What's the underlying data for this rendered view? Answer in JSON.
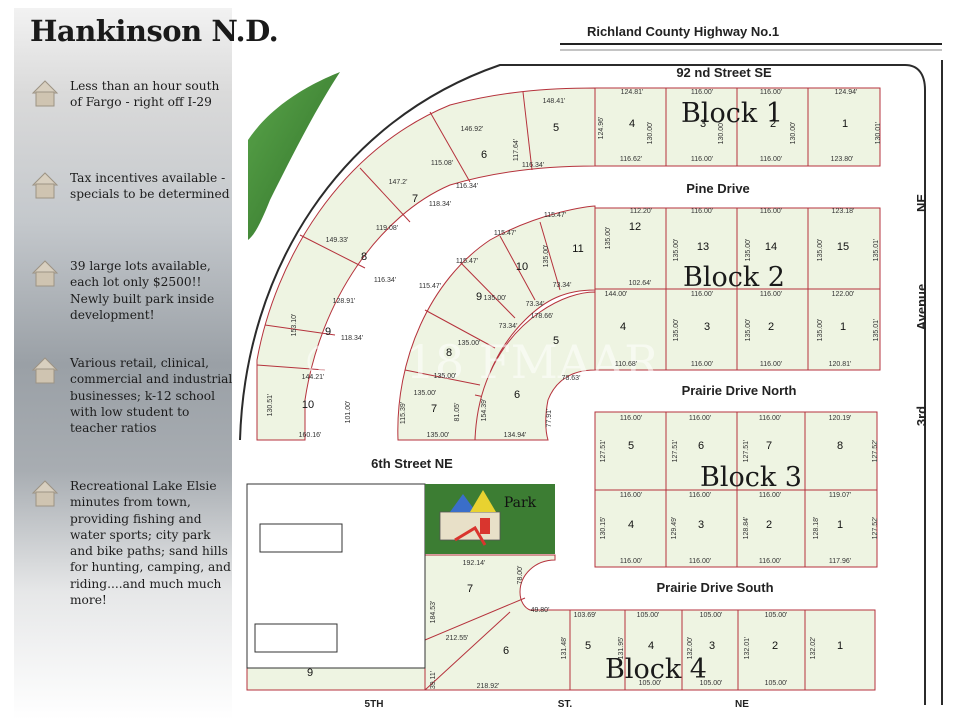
{
  "title": "Hankinson N.D.",
  "bullets": [
    {
      "icon": "house-icon",
      "text": "Less than an hour south of Fargo - right off I-29"
    },
    {
      "icon": "house-icon",
      "text": "Tax incentives available - specials to be determined"
    },
    {
      "icon": "house-icon",
      "text": "39 large lots available, each lot only $2500!! Newly built park inside development!"
    },
    {
      "icon": "house-icon",
      "text": "Various retail, clinical, commercial and industrial businesses; k-12 school with low student to teacher ratios"
    },
    {
      "icon": "house-icon",
      "text": "Recreational Lake Elsie minutes from town, providing fishing and water sports; city park and bike paths; sand hills for hunting, camping, and riding....and much much more!"
    }
  ],
  "streets": {
    "highway": "Richland County Highway No.1",
    "street_92": "92 nd Street SE",
    "pine": "Pine Drive",
    "prairie_north": "Prairie Drive North",
    "prairie_south": "Prairie Drive South",
    "sixth": "6th Street NE",
    "third_avenue": [
      "3rd",
      "Avenue",
      "NE"
    ],
    "fifth": [
      "5TH",
      "ST.",
      "NE"
    ]
  },
  "blocks": {
    "b1": "Block 1",
    "b2": "Block 2",
    "b3": "Block 3",
    "b4": "Block 4"
  },
  "park": "Park",
  "watermark": "©2018 FMAAR",
  "lots": {
    "block1": [
      "5",
      "4",
      "3",
      "2",
      "1"
    ],
    "block1_curve": [
      "6",
      "7",
      "8",
      "9",
      "10"
    ],
    "block2": [
      "12",
      "13",
      "14",
      "15",
      "4",
      "3",
      "2",
      "1"
    ],
    "block2_curve": [
      "11",
      "10",
      "9",
      "8",
      "7",
      "6",
      "5"
    ],
    "block3": [
      "5",
      "6",
      "7",
      "8",
      "4",
      "3",
      "2",
      "1"
    ],
    "block4": [
      "5",
      "4",
      "3",
      "2",
      "1",
      "6",
      "7",
      "9"
    ]
  },
  "dimensions": {
    "b1": [
      "124.81'",
      "116.00'",
      "116.00'",
      "124.94'",
      "130.00'",
      "130.00'",
      "130.00'",
      "130.01'",
      "116.62'",
      "116.00'",
      "116.00'",
      "123.80'",
      "148.41'",
      "124.96'",
      "116.34'",
      "117.64'",
      "146.92'",
      "116.34'",
      "115.08'",
      "147.2'",
      "118.34'",
      "119.08'",
      "149.33'",
      "116.34'",
      "128.91'",
      "153.10'",
      "118.34'",
      "144.21'",
      "130.51'",
      "101.00'",
      "160.16'"
    ],
    "b2": [
      "112.20'",
      "116.00'",
      "116.00'",
      "123.18'",
      "135.00'",
      "135.00'",
      "135.00'",
      "135.00'",
      "135.01'",
      "102.64'",
      "144.00'",
      "116.00'",
      "116.00'",
      "122.00'",
      "135.00'",
      "135.00'",
      "135.00'",
      "135.01'",
      "110.68'",
      "116.00'",
      "116.00'",
      "120.81'",
      "115.47'",
      "115.47'",
      "115.47'",
      "115.47'",
      "135.00'",
      "135.00'",
      "73.34'",
      "73.34'",
      "73.34'",
      "178.66'",
      "78.63'",
      "135.00'",
      "135.00'",
      "135.00'",
      "115.39'",
      "81.05'",
      "154.39'",
      "77.91'",
      "135.00'",
      "134.94'"
    ],
    "b3": [
      "116.00'",
      "116.00'",
      "116.00'",
      "120.19'",
      "127.51'",
      "127.51'",
      "127.51'",
      "127.52'",
      "116.00'",
      "116.00'",
      "116.00'",
      "119.07'",
      "130.15'",
      "129.49'",
      "128.84'",
      "128.18'",
      "127.52'",
      "116.00'",
      "116.00'",
      "116.00'",
      "117.96'"
    ],
    "b4": [
      "103.69'",
      "105.00'",
      "105.00'",
      "105.00'",
      "131.48'",
      "131.95'",
      "132.00'",
      "132.01'",
      "132.02'",
      "105.00'",
      "105.00'",
      "105.00'",
      "192.14'",
      "78.00'",
      "49.80'",
      "184.53'",
      "212.55'",
      "39.11'",
      "218.92'"
    ]
  },
  "colors": {
    "lot_fill": "#eef4e2",
    "lot_line": "#b5323c",
    "street_line": "#2b2b2b",
    "green_patch": "#3f8a33",
    "title": "#1a1a1a"
  }
}
